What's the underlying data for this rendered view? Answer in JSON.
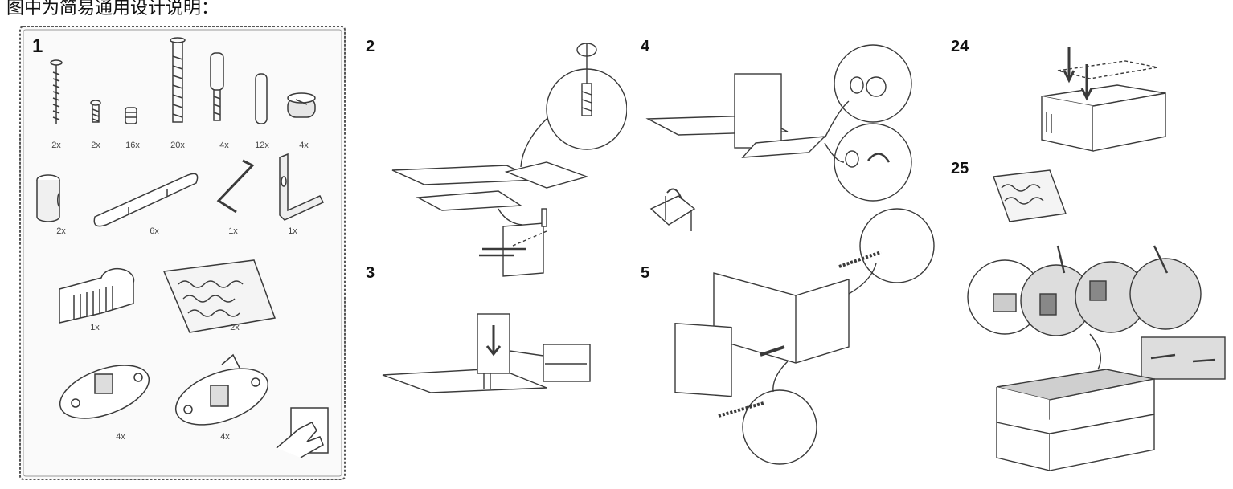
{
  "caption": "图中为简易通用设计说明：",
  "steps": {
    "s1": "1",
    "s2": "2",
    "s3": "3",
    "s4": "4",
    "s5": "5",
    "s24": "24",
    "s25": "25"
  },
  "parts": {
    "row1": [
      "2x",
      "2x",
      "16x",
      "20x",
      "4x",
      "12x",
      "4x"
    ],
    "row2": [
      "2x",
      "6x",
      "1x",
      "1x"
    ],
    "row3": [
      "1x",
      "2x"
    ],
    "row4": [
      "4x",
      "4x"
    ]
  },
  "colors": {
    "line": "#3a3a3a",
    "shade": "#c8c8c8",
    "panel_bg": "#fafafa"
  },
  "icons": [
    "screw-icon",
    "cam-bolt-icon",
    "dowel-icon",
    "allen-key-icon",
    "bracket-icon",
    "hardware-bag-icon",
    "magnet-catch-icon",
    "hand-icon"
  ]
}
